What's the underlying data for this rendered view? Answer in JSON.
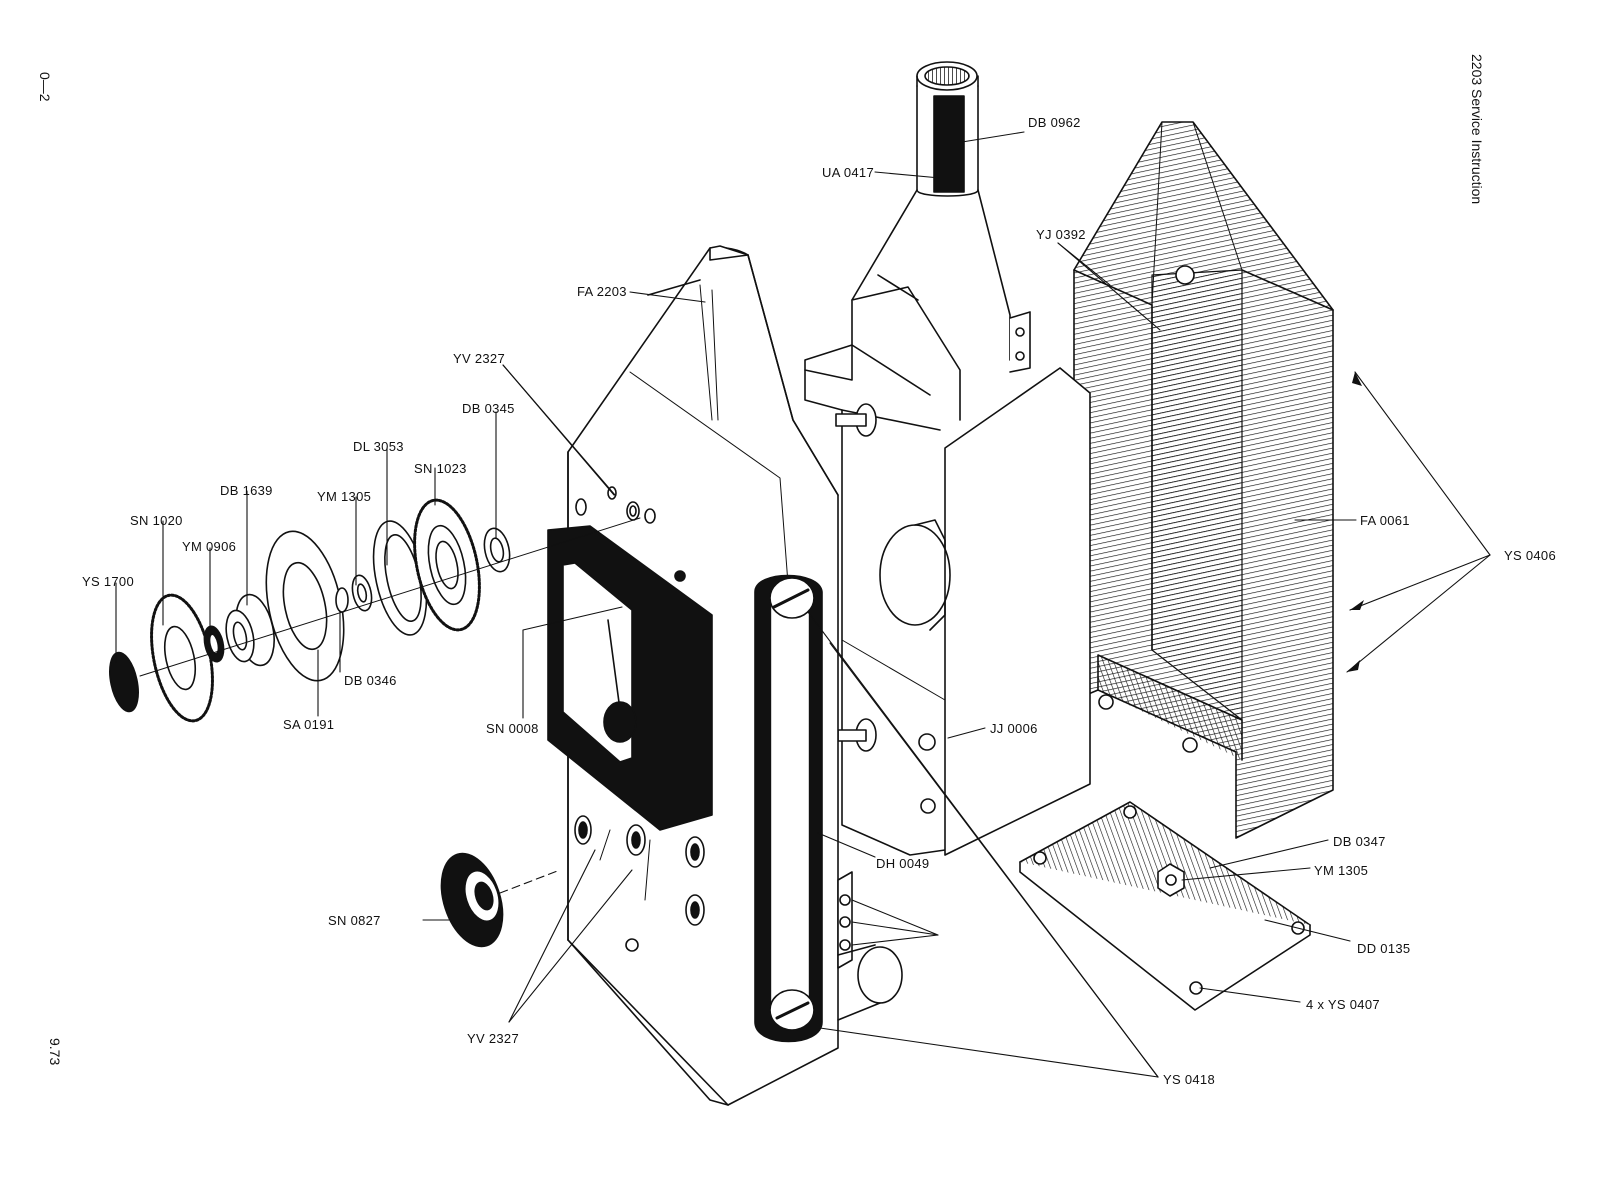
{
  "page": {
    "page_number": "0—2",
    "date_code": "9.73",
    "header_title": "2203 Service Instruction"
  },
  "colors": {
    "ink": "#111111",
    "paper": "#ffffff"
  },
  "labels": {
    "db0962": "DB 0962",
    "ua0417": "UA 0417",
    "yj0392": "YJ 0392",
    "fa2203": "FA 2203",
    "yv2327_top": "YV 2327",
    "db0345": "DB 0345",
    "dl3053": "DL 3053",
    "sn1023": "SN 1023",
    "db1639": "DB 1639",
    "ym1305_left": "YM 1305",
    "sn1020": "SN 1020",
    "ym0906": "YM 0906",
    "ys1700": "YS 1700",
    "db0346": "DB 0346",
    "sa0191": "SA 0191",
    "sn0008": "SN 0008",
    "fa0061": "FA 0061",
    "ys0406": "YS 0406",
    "jj0006": "JJ 0006",
    "dh0049": "DH 0049",
    "db0347": "DB 0347",
    "ym1305_right": "YM   1305",
    "dd0135": "DD 0135",
    "ys0407": "4   x   YS   0407",
    "sn0827": "SN 0827",
    "yv2327_bottom": "YV 2327",
    "ys0418": "YS 0418"
  }
}
